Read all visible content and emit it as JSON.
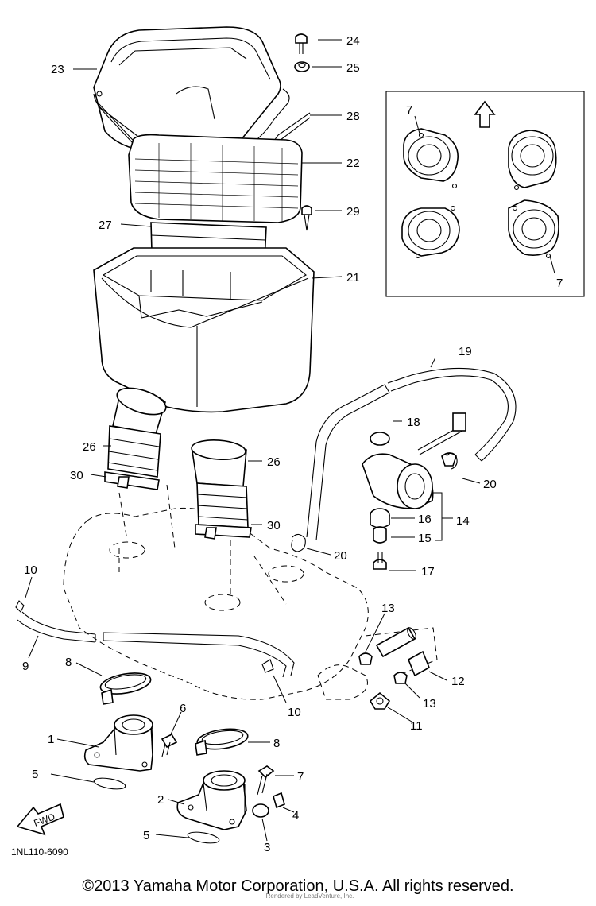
{
  "diagram": {
    "part_numbers": {
      "p1": "1",
      "p2": "2",
      "p3": "3",
      "p4": "4",
      "p5a": "5",
      "p5b": "5",
      "p6": "6",
      "p7_bolt": "7",
      "p7_inset_top": "7",
      "p7_inset_bottom": "7",
      "p8_upper": "8",
      "p8_lower": "8",
      "p9": "9",
      "p10_upper": "10",
      "p10_lower": "10",
      "p11": "11",
      "p12": "12",
      "p13_upper": "13",
      "p13_lower": "13",
      "p14": "14",
      "p15": "15",
      "p16": "16",
      "p17": "17",
      "p18": "18",
      "p19": "19",
      "p20_upper": "20",
      "p20_lower": "20",
      "p21": "21",
      "p22": "22",
      "p23": "23",
      "p24": "24",
      "p25": "25",
      "p26_left": "26",
      "p26_right": "26",
      "p27": "27",
      "p28": "28",
      "p29": "29",
      "p30_left": "30",
      "p30_right": "30"
    },
    "fwd_label": "FWD",
    "diagram_code": "1NL110-6090"
  },
  "footer": {
    "copyright": "©2013 Yamaha Motor Corporation, U.S.A. All rights reserved.",
    "watermark": "Rendered by LeadVenture, Inc."
  }
}
